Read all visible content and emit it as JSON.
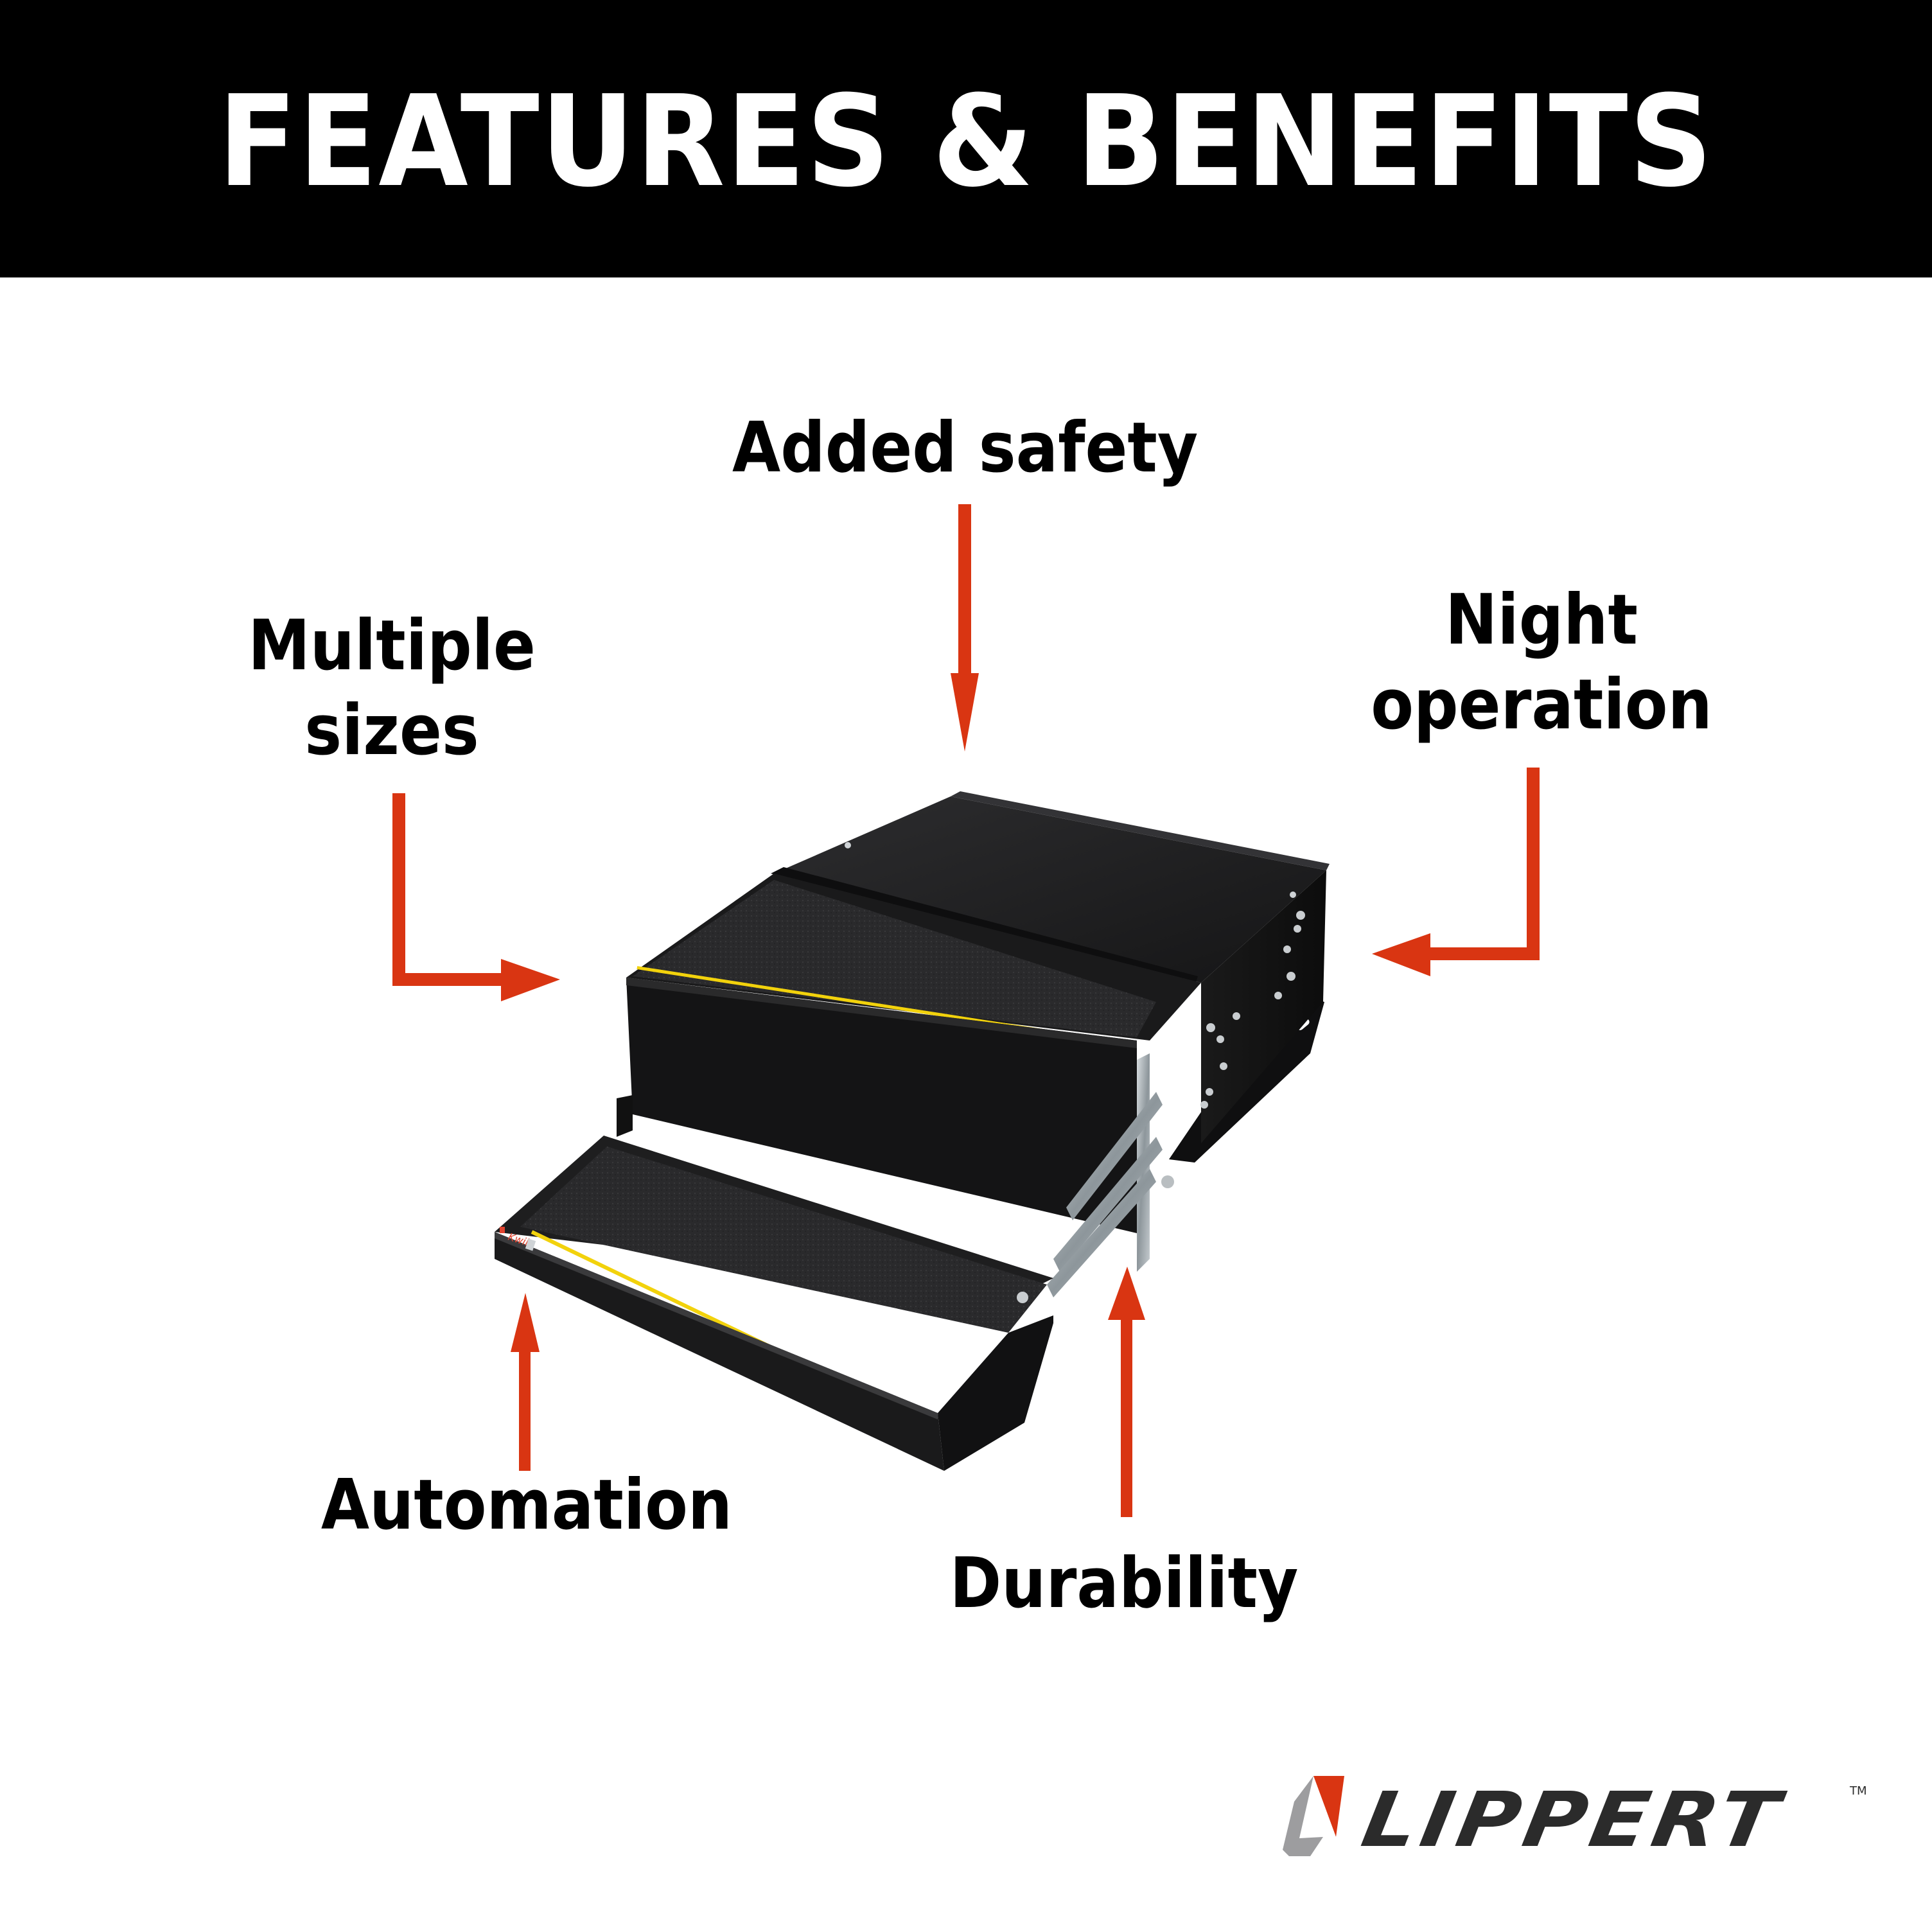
{
  "header": {
    "title": "FEATURES & BENEFITS"
  },
  "callouts": {
    "added_safety": {
      "lines": [
        "Added safety"
      ]
    },
    "multiple_sizes": {
      "lines": [
        "Multiple",
        "sizes"
      ]
    },
    "night_operation": {
      "lines": [
        "Night",
        "operation"
      ]
    },
    "automation": {
      "lines": [
        "Automation"
      ]
    },
    "durability": {
      "lines": [
        "Durability"
      ]
    }
  },
  "product": {
    "name": "electric-step-assembly",
    "stair_stripe_color": "#f2d20c",
    "body_color": "#1c1c1c"
  },
  "colors": {
    "arrow": "#d93512",
    "header_bg": "#000000",
    "header_text": "#ffffff",
    "logo_red": "#d93512",
    "logo_gray": "#9d9d9f",
    "logo_text": "#2b2b2b"
  },
  "brand": {
    "logo_text": "LIPPERT",
    "trademark": "TM"
  }
}
